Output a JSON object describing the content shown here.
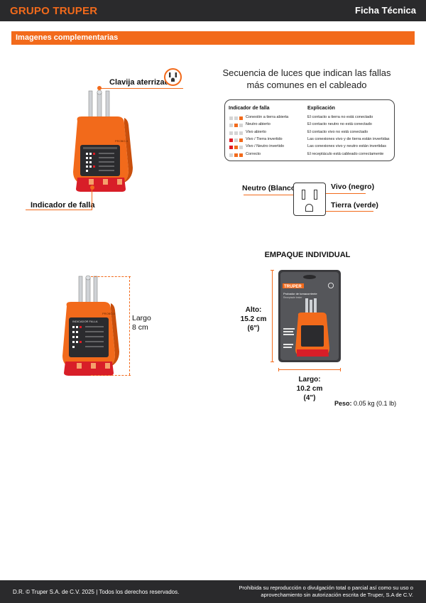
{
  "header": {
    "brand": "GRUPO TRUPER",
    "doc_type": "Ficha Técnica"
  },
  "section": {
    "title": "Imagenes complementarias"
  },
  "device": {
    "callout_ground": "Clavija aterrizada",
    "callout_indicator": "Indicador de falla",
    "model": "PROBO-5",
    "panel_title": "INDICADOR FALLA"
  },
  "sequence": {
    "title_line1": "Secuencia de luces que indican las fallas",
    "title_line2": "más comunes en el cableado",
    "header_indicator": "Indicador de falla",
    "header_explanation": "Explicación",
    "rows": [
      {
        "lights": [
          "off",
          "off",
          "on"
        ],
        "indicator": "Conexión a tierra abierta",
        "explanation": "El contacto a tierra no está conectado"
      },
      {
        "lights": [
          "off",
          "on",
          "off"
        ],
        "indicator": "Neutro abierto",
        "explanation": "El contacto neutro no está conectado"
      },
      {
        "lights": [
          "off",
          "off",
          "off"
        ],
        "indicator": "Vivo abierto",
        "explanation": "El contacto vivo no está conectado"
      },
      {
        "lights": [
          "red",
          "off",
          "on"
        ],
        "indicator": "Vivo / Tierra invertido",
        "explanation": "Las conexiones vivo y de tierra están invertidas"
      },
      {
        "lights": [
          "red",
          "on",
          "off"
        ],
        "indicator": "Vivo / Neutro invertido",
        "explanation": "Las conexiones vivo y neutro están invertidas"
      },
      {
        "lights": [
          "off",
          "on",
          "on"
        ],
        "indicator": "Correcto",
        "explanation": "El receptáculo está cableado correctamente"
      }
    ]
  },
  "outlet": {
    "neutral": "Neutro (Blanco)",
    "live": "Vivo (negro)",
    "ground": "Tierra (verde)"
  },
  "dimensions": {
    "length_label": "Largo",
    "length_value": "8 cm"
  },
  "package": {
    "title": "EMPAQUE INDIVIDUAL",
    "brand": "TRUPER",
    "product_line1": "Probador de tomacorriente",
    "product_line2": "Receptacle tester",
    "height_label": "Alto:",
    "height_value": "15.2 cm",
    "height_in": "(6\")",
    "width_label": "Largo:",
    "width_value": "10.2 cm",
    "width_in": "(4\")",
    "weight_label": "Peso:",
    "weight_value": "0.05 kg (0.1 lb)"
  },
  "footer": {
    "left": "D.R. © Truper S.A. de C.V. 2025 | Todos los derechos reservados.",
    "right_line1": "Prohibida su reproducción o divulgación total o parcial así como su uso o",
    "right_line2": "aprovechamiento sin autorización escrita de Truper, S.A de C.V."
  },
  "colors": {
    "accent": "#f26a1b",
    "dark": "#2a2a2c",
    "red": "#e01b24"
  }
}
